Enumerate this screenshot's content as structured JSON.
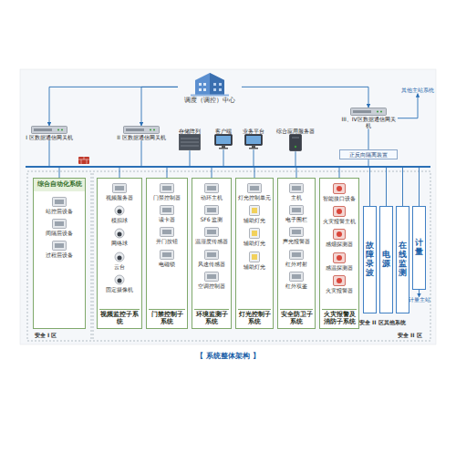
{
  "diagram": {
    "caption": "【 系统整体架构 】",
    "nodes": [
      {
        "text": [
          "调度（调控）中心"
        ]
      },
      {
        "text": [
          "I 区数据通信网关机"
        ]
      },
      {
        "text": [
          "II 区数据通信网关机"
        ]
      },
      {
        "text": [
          "存储阵列"
        ]
      },
      {
        "text": [
          "客户端"
        ]
      },
      {
        "text": [
          "业务平台"
        ]
      },
      {
        "text": [
          "综合应用服务器"
        ]
      },
      {
        "text": [
          "III、IV区数据通信网关机"
        ]
      },
      {
        "text": [
          "其他主站系统"
        ]
      },
      {
        "text": [
          "正反向隔离装置"
        ]
      },
      {
        "text": [
          "综合自动化系统"
        ]
      },
      {
        "text": [
          "站控层设备"
        ],
        "in": 10
      },
      {
        "text": [
          "间隔层设备"
        ],
        "in": 10
      },
      {
        "text": [
          "过程层设备"
        ],
        "in": 10
      },
      {
        "text": [
          "视频监控子系统"
        ]
      },
      {
        "text": [
          "视频服务器"
        ],
        "in": 14
      },
      {
        "text": [
          "模拟球"
        ],
        "in": 14
      },
      {
        "text": [
          "网络球"
        ],
        "in": 14
      },
      {
        "text": [
          "云台"
        ],
        "in": 14
      },
      {
        "text": [
          "固定摄像机"
        ],
        "in": 14
      },
      {
        "text": [
          "门禁控制子系统"
        ]
      },
      {
        "text": [
          "门禁控制器"
        ],
        "in": 20
      },
      {
        "text": [
          "读卡器"
        ],
        "in": 20
      },
      {
        "text": [
          "开门按钮"
        ],
        "in": 20
      },
      {
        "text": [
          "电磁锁"
        ],
        "in": 20
      },
      {
        "text": [
          "环境监测子系统"
        ]
      },
      {
        "text": [
          "动环主机"
        ],
        "in": 25
      },
      {
        "text": [
          "SF6 监测"
        ],
        "in": 25
      },
      {
        "text": [
          "温湿度传感器"
        ],
        "in": 25
      },
      {
        "text": [
          "风速传感器"
        ],
        "in": 25
      },
      {
        "text": [
          "空调控制器"
        ],
        "in": 25
      },
      {
        "text": [
          "灯光控制子系统"
        ]
      },
      {
        "text": [
          "灯光控制单元"
        ],
        "in": 31
      },
      {
        "text": [
          "辅助灯光"
        ],
        "in": 31
      },
      {
        "text": [
          "辅助灯光"
        ],
        "in": 31
      },
      {
        "text": [
          "辅助灯光"
        ],
        "in": 31
      },
      {
        "text": [
          "安全防卫子系统"
        ]
      },
      {
        "text": [
          "主机"
        ],
        "in": 36
      },
      {
        "text": [
          "电子围栏"
        ],
        "in": 36
      },
      {
        "text": [
          "声光报警器"
        ],
        "in": 36
      },
      {
        "text": [
          "红外对射"
        ],
        "in": 36
      },
      {
        "text": [
          "红外双鉴"
        ],
        "in": 36
      },
      {
        "text": [
          "火灾报警及消防子系统"
        ]
      },
      {
        "text": [
          "智能接口设备"
        ],
        "in": 42
      },
      {
        "text": [
          "火灾报警主机"
        ],
        "in": 42
      },
      {
        "text": [
          "感烟探测器"
        ],
        "in": 42
      },
      {
        "text": [
          "感温探测器"
        ],
        "in": 42
      },
      {
        "text": [
          "火灾报警器"
        ],
        "in": 42
      },
      {
        "text": [
          "故障录波"
        ]
      },
      {
        "text": [
          "电源"
        ]
      },
      {
        "text": [
          "在线监测"
        ]
      },
      {
        "text": [
          "计量"
        ]
      },
      {
        "text": [
          "计量主站"
        ]
      }
    ],
    "edges": [
      {
        "from": 0,
        "to": 1,
        "arrow": "to"
      },
      {
        "from": 0,
        "to": 2,
        "arrow": "to"
      },
      {
        "from": 0,
        "to": 7,
        "arrow": "to"
      },
      {
        "from": 7,
        "to": 8,
        "arrow": "to"
      },
      {
        "from": 7,
        "to": 9,
        "arrow": "none"
      },
      {
        "from": 51,
        "to": 52,
        "arrow": "to"
      }
    ],
    "labels": [
      "安全 I 区",
      "安全 II 区其他系统",
      "安全 II 区"
    ]
  }
}
